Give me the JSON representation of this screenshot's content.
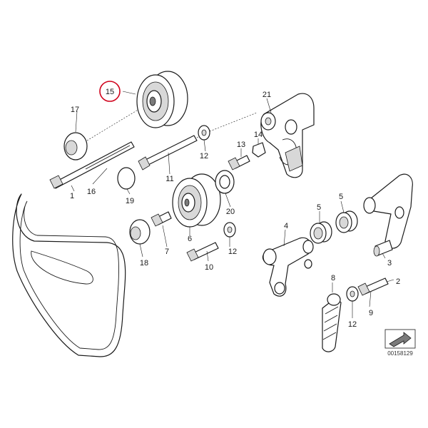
{
  "callouts": {
    "c1": "1",
    "c2": "2",
    "c3": "3",
    "c4": "4",
    "c5a": "5",
    "c5b": "5",
    "c6": "6",
    "c7": "7",
    "c8": "8",
    "c9": "9",
    "c10": "10",
    "c11": "11",
    "c12a": "12",
    "c12b": "12",
    "c12c": "12",
    "c13": "13",
    "c14": "14",
    "c15": "15",
    "c16": "16",
    "c17": "17",
    "c18": "18",
    "c19": "19",
    "c20": "20",
    "c21": "21"
  },
  "highlight": {
    "part": "15",
    "color": "#d0021b"
  },
  "diagram_id": "00158129"
}
